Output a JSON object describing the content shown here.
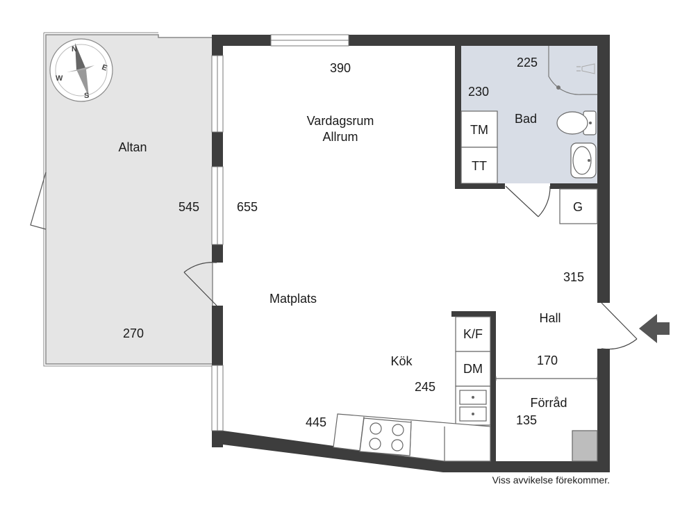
{
  "rooms": {
    "altan": "Altan",
    "vardagsrum": "Vardagsrum",
    "allrum": "Allrum",
    "matplats": "Matplats",
    "kok": "Kök",
    "bad": "Bad",
    "hall": "Hall",
    "forrad": "Förråd"
  },
  "dimensions": {
    "altan_height": "545",
    "altan_width": "270",
    "living_width": "390",
    "living_height": "655",
    "bath_width": "225",
    "bath_height": "230",
    "hall_height": "315",
    "hall_width": "170",
    "kitchen_width": "445",
    "kitchen_depth": "245",
    "storage_depth": "135"
  },
  "fixtures": {
    "tm": "TM",
    "tt": "TT",
    "kf": "K/F",
    "dm": "DM",
    "g": "G"
  },
  "compass": {
    "n": "N",
    "e": "E",
    "s": "S",
    "w": "W"
  },
  "disclaimer": "Viss avvikelse förekommer.",
  "colors": {
    "wall": "#3d3d3d",
    "bath_floor": "#d8dde6",
    "altan_floor": "#e5e5e5",
    "line": "#555555"
  }
}
